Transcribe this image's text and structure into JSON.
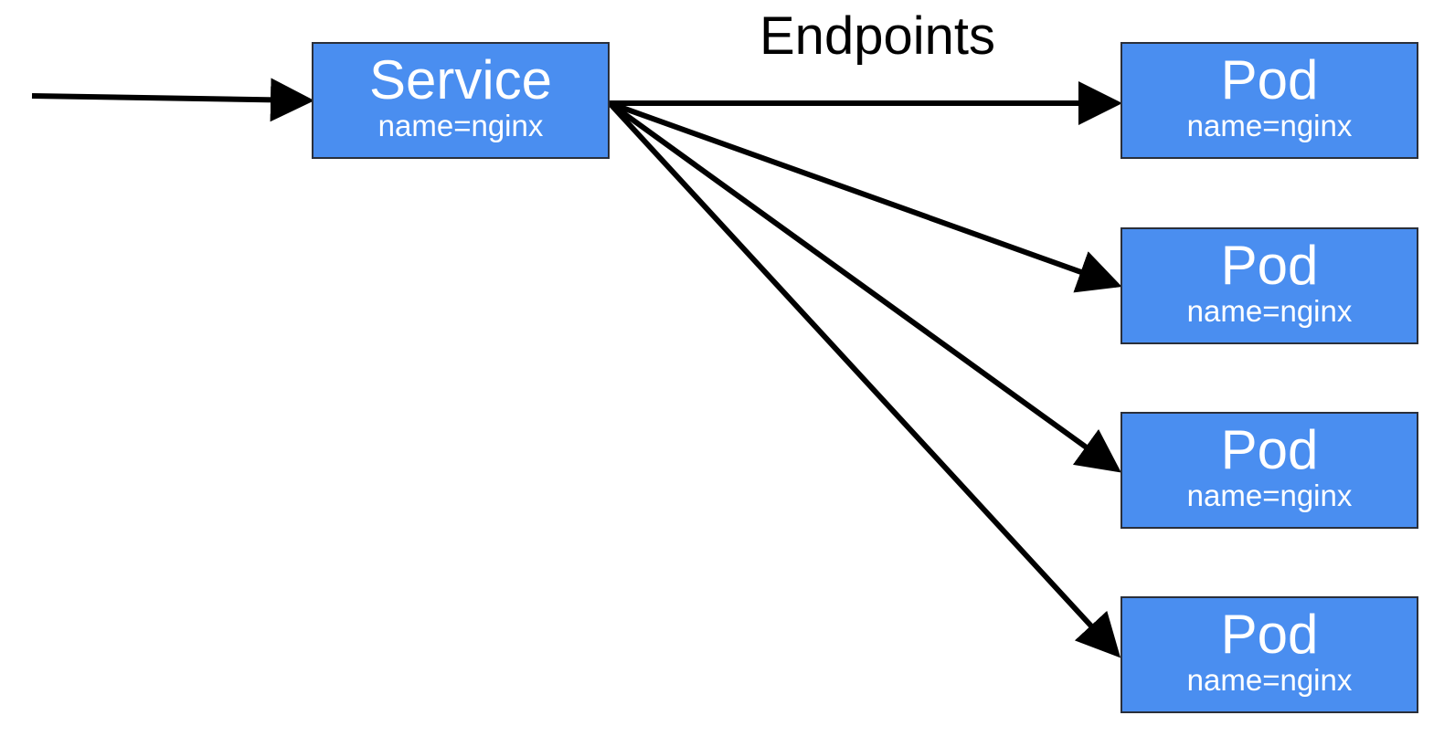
{
  "colors": {
    "box_fill": "#4a8ef0",
    "box_border": "#2a2f3a",
    "box_text": "#ffffff",
    "arrow": "#000000"
  },
  "edge_label": "Endpoints",
  "service": {
    "title": "Service",
    "selector": "name=nginx"
  },
  "pods": [
    {
      "title": "Pod",
      "label": "name=nginx"
    },
    {
      "title": "Pod",
      "label": "name=nginx"
    },
    {
      "title": "Pod",
      "label": "name=nginx"
    },
    {
      "title": "Pod",
      "label": "name=nginx"
    }
  ]
}
